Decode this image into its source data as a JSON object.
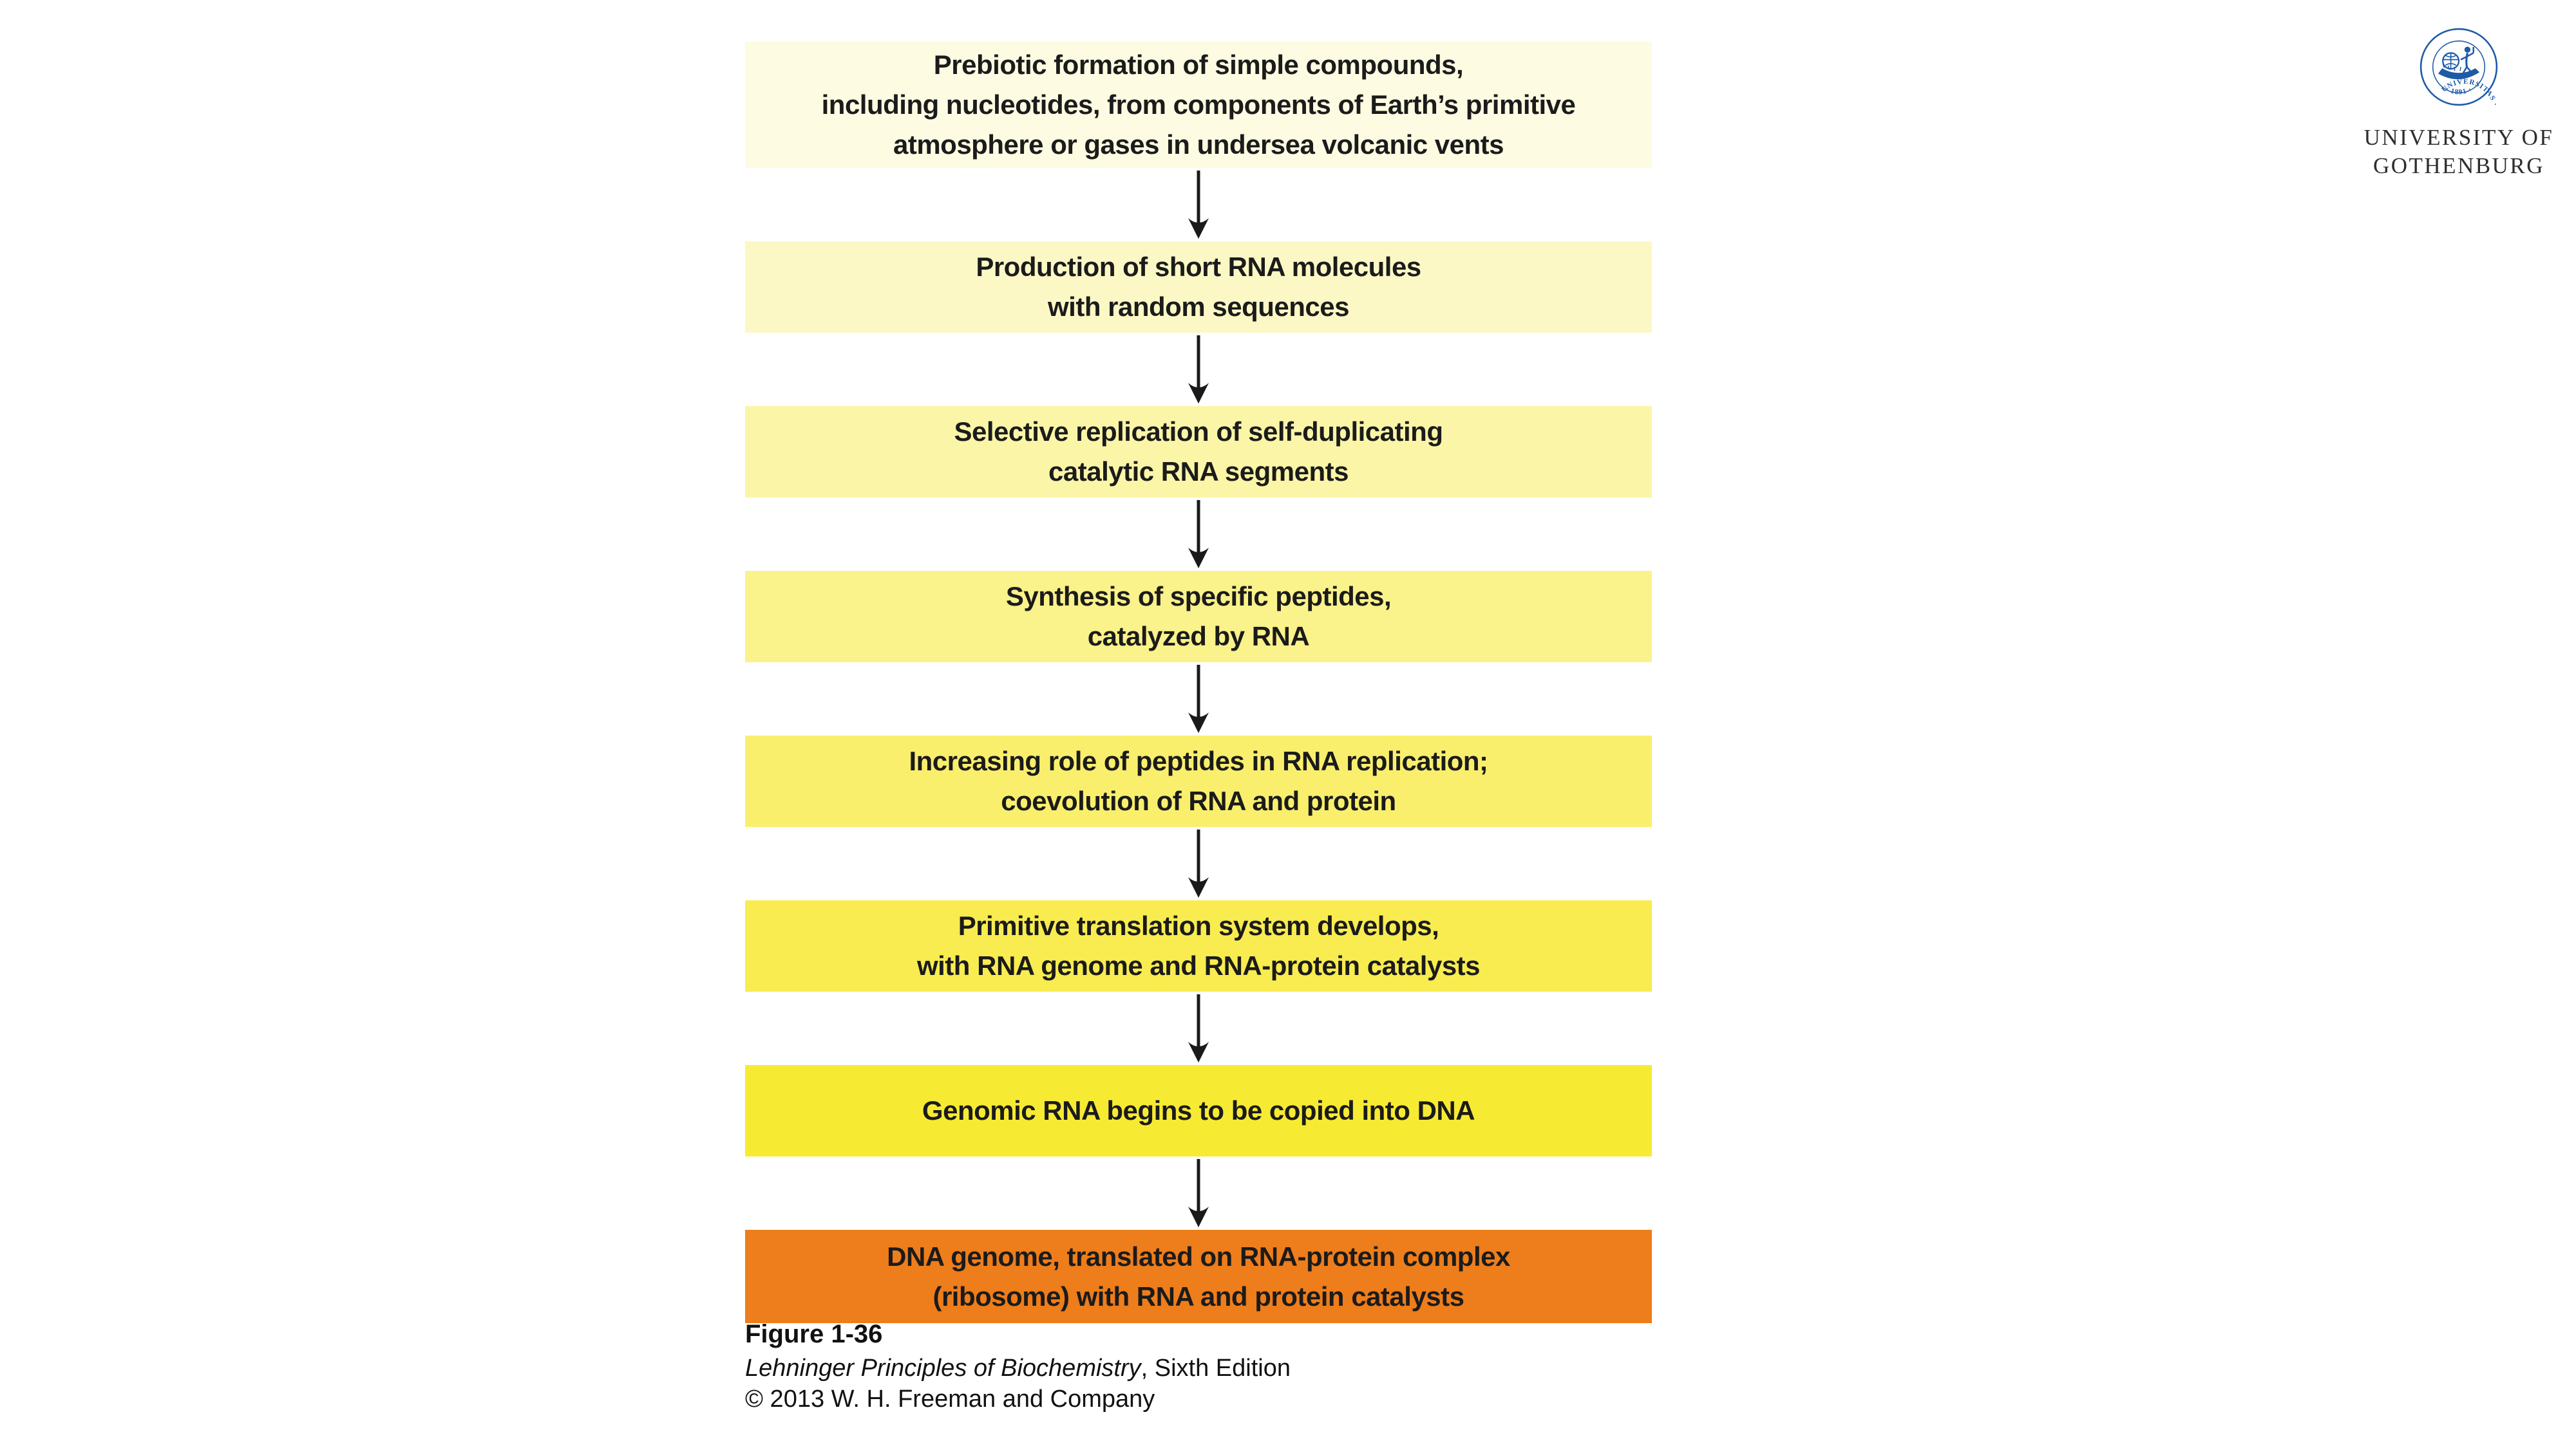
{
  "page": {
    "background": "#ffffff"
  },
  "logo": {
    "seal_color": "#1E5AA8",
    "seal_ring_text": "UNIVERSITAS · GOTHOBURGENSIS ·",
    "seal_year_text": "· 1891 ·",
    "wordmark_color": "#2E2E2E",
    "wordmark_line1": "UNIVERSITY OF",
    "wordmark_line2": "GOTHENBURG"
  },
  "flowchart": {
    "arrow_color": "#1A1A1A",
    "text_color": "#1B1B1B",
    "steps": [
      {
        "label": "Prebiotic formation of simple compounds,\nincluding nucleotides, from components of Earth’s primitive\natmosphere or gases in undersea volcanic vents",
        "bg": "#FDFBE2"
      },
      {
        "label": "Production of short RNA molecules\nwith random sequences",
        "bg": "#FCF8C5"
      },
      {
        "label": "Selective replication of self-duplicating\ncatalytic RNA segments",
        "bg": "#FBF5A7"
      },
      {
        "label": "Synthesis of specific peptides,\ncatalyzed by RNA",
        "bg": "#FAF28A"
      },
      {
        "label": "Increasing role of peptides in RNA replication;\ncoevolution of RNA and protein",
        "bg": "#F9EF6D"
      },
      {
        "label": "Primitive translation system develops,\nwith RNA genome and RNA-protein catalysts",
        "bg": "#F8EC50"
      },
      {
        "label": "Genomic RNA begins to be copied into DNA",
        "bg": "#F7EA33"
      },
      {
        "label": "DNA genome, translated on RNA-protein complex\n(ribosome) with RNA and protein catalysts",
        "bg": "#EE7D1B"
      }
    ]
  },
  "caption": {
    "figure_label": "Figure 1-36",
    "book_title_italic": "Lehninger Principles of Biochemistry",
    "book_title_rest": ", Sixth Edition",
    "copyright": "© 2013 W. H. Freeman and Company"
  }
}
